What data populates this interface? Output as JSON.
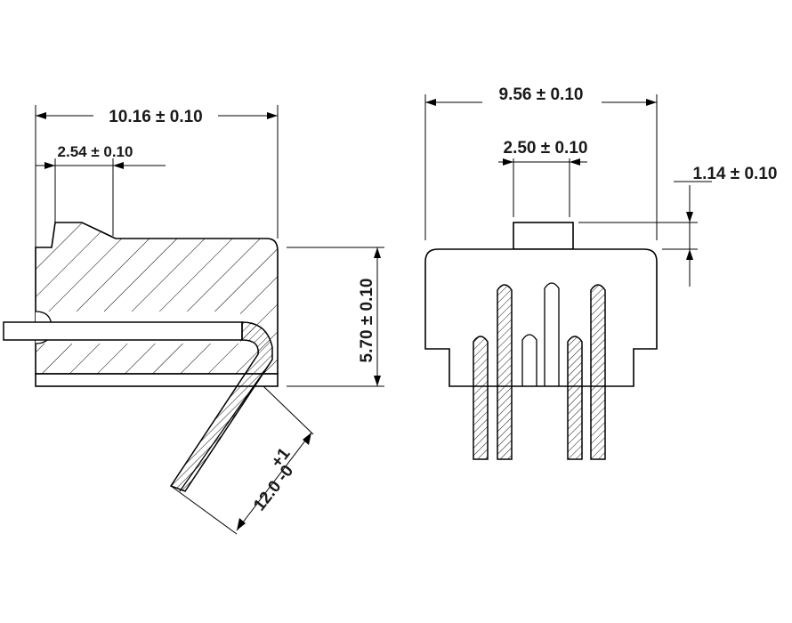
{
  "side_view": {
    "width_label": "10.16 ± 0.10",
    "pitch_label": "2.54 ± 0.10",
    "height_label": "5.70 ± 0.10",
    "lead_plus": "+1",
    "lead_main": "12.0 -0"
  },
  "front_view": {
    "width_label": "9.56 ± 0.10",
    "actuator_label": "2.50 ± 0.10",
    "actuator_height_label": "1.14 ± 0.10"
  },
  "colors": {
    "line": "#000000",
    "background": "#ffffff"
  }
}
